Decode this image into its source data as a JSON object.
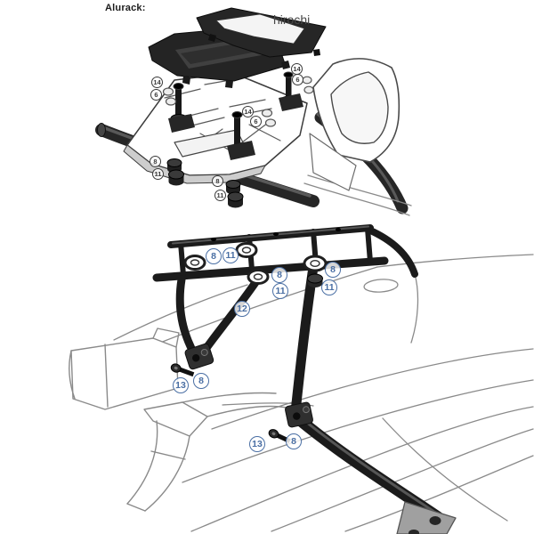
{
  "title": {
    "label": "Alurack:"
  },
  "watermark": {
    "label": "hirochi"
  },
  "colors": {
    "background": "#ffffff",
    "callout_top": "#3a3a3a",
    "callout_bottom": "#4a6fa4",
    "part_dark": "#1f1f1f",
    "outline_gray": "#8a8a8a"
  },
  "callouts_top": [
    {
      "label": "14"
    },
    {
      "label": "6"
    },
    {
      "label": "14"
    },
    {
      "label": "6"
    },
    {
      "label": "14"
    },
    {
      "label": "6"
    },
    {
      "label": "8"
    },
    {
      "label": "11"
    },
    {
      "label": "8"
    },
    {
      "label": "11"
    }
  ],
  "callouts_bottom": [
    {
      "label": "8"
    },
    {
      "label": "11"
    },
    {
      "label": "8"
    },
    {
      "label": "11"
    },
    {
      "label": "8"
    },
    {
      "label": "11"
    },
    {
      "label": "12"
    },
    {
      "label": "13"
    },
    {
      "label": "8"
    },
    {
      "label": "13"
    },
    {
      "label": "8"
    }
  ]
}
